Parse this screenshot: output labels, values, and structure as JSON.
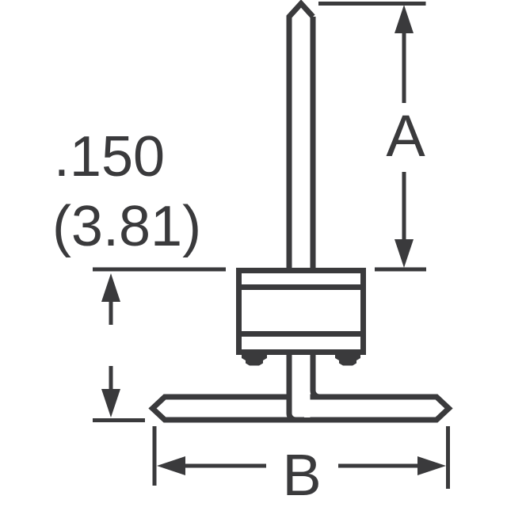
{
  "drawing": {
    "kind": "mechanical-dimension-drawing",
    "subject": "Side view of a surface-mount pin header: square pin with pointed tip passing through an insulator housing with standoff feet, bent into a flat surface-mount lead",
    "background_color": "#ffffff",
    "ink_color": "#3a3a3c",
    "labels": {
      "dim_a": "A",
      "dim_b": "B",
      "height_inches": ".150",
      "height_mm": "(3.81)"
    },
    "dimension_meanings": {
      "dim_a": "exposed pin length above housing (vertical)",
      "height": "housing top to seating plane = .150 in (3.81 mm)",
      "dim_b": "overall lead span (horizontal)"
    }
  }
}
